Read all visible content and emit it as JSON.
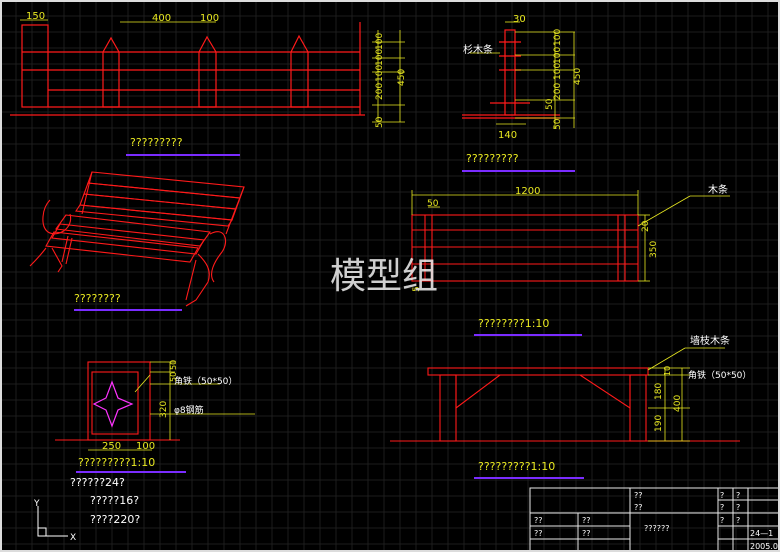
{
  "watermark": "模型组",
  "elevation": {
    "dims_top": [
      "150",
      "400",
      "100"
    ],
    "dims_right": [
      "100",
      "100",
      "100",
      "200",
      "450",
      "50"
    ],
    "caption": "?????????"
  },
  "side_section": {
    "dim_top": "30",
    "label": "杉木条",
    "dims_right": [
      "100",
      "100",
      "100",
      "200",
      "450",
      "50",
      "50"
    ],
    "dim_bottom": "140",
    "caption": "?????????"
  },
  "bench_view": {
    "caption": "????????"
  },
  "plan": {
    "label": "木条",
    "dim_top": "1200",
    "dim_left": "50",
    "dim_right": [
      "20",
      "350"
    ],
    "dim_small": "5",
    "caption": "????????1:10"
  },
  "leg_detail": {
    "labels": [
      "角铁（50*50）",
      "φ8钢筋"
    ],
    "dims": [
      "50",
      "50",
      "320",
      "250",
      "100"
    ],
    "caption": "?????????1:10"
  },
  "front_section": {
    "labels": [
      "墙枝木条",
      "角铁（50*50）"
    ],
    "dims": [
      "10",
      "180",
      "400",
      "190"
    ],
    "caption": "?????????1:10"
  },
  "notes": [
    "??????24?",
    "?????16?",
    "????220?"
  ],
  "ucs": {
    "y": "Y",
    "x": "X"
  },
  "title_block": {
    "cells": [
      "??",
      "?",
      "?",
      "??",
      "?",
      "?",
      "24—1",
      "??",
      "??",
      "??????",
      "?",
      "?",
      "??",
      "??",
      "2005.0"
    ]
  }
}
